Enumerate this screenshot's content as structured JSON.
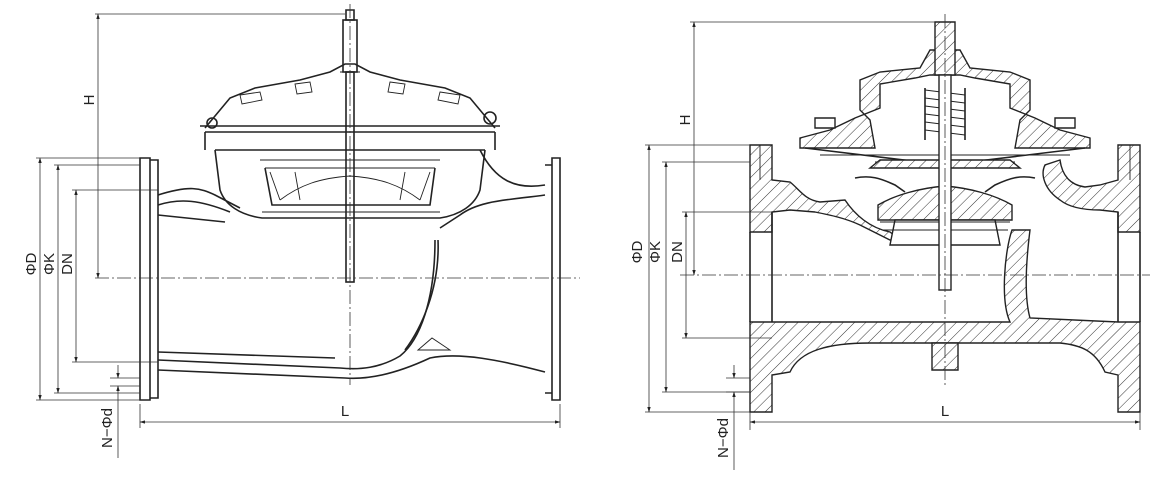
{
  "left_drawing": {
    "labels": {
      "H": "H",
      "D": "ΦD",
      "K": "ΦK",
      "DN": "DN",
      "L": "L",
      "Nd": "N−Φd"
    }
  },
  "right_drawing": {
    "labels": {
      "H": "H",
      "D": "ΦD",
      "K": "ΦK",
      "DN": "DN",
      "L": "L",
      "Nd": "N−Φd"
    }
  }
}
